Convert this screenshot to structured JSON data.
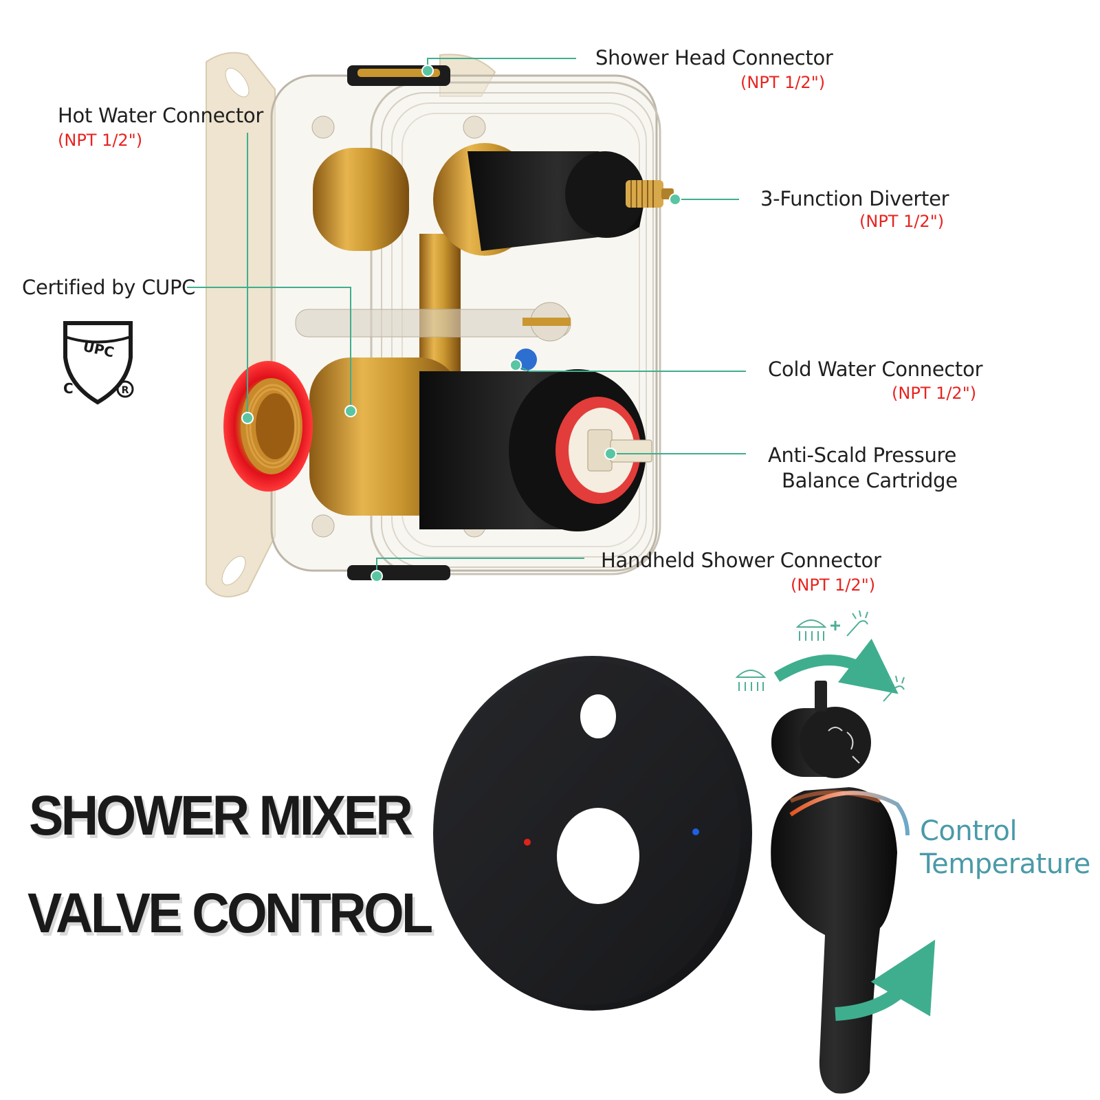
{
  "labels": {
    "shower_head": {
      "name": "Shower Head Connector",
      "spec": "(NPT 1/2\")"
    },
    "hot_water": {
      "name": "Hot Water Connector",
      "spec": "(NPT 1/2\")"
    },
    "diverter": {
      "name": "3-Function Diverter",
      "spec": "(NPT 1/2\")"
    },
    "certified": {
      "name": "Certified by CUPC"
    },
    "cold_water": {
      "name": "Cold Water Connector",
      "spec": "(NPT 1/2\")"
    },
    "cartridge": {
      "line1": "Anti-Scald Pressure",
      "line2": "Balance Cartridge"
    },
    "handheld": {
      "name": "Handheld Shower Connector",
      "spec": "(NPT 1/2\")"
    }
  },
  "headline": {
    "line1": "SHOWER MIXER",
    "line2": "VALVE CONTROL"
  },
  "control": {
    "line1": "Control",
    "line2": "Temperature"
  },
  "cupc_logo": {
    "letters": "UPC",
    "c": "C",
    "r": "R"
  },
  "icons": [
    "shower-head-icon",
    "handheld-shower-icon",
    "plus-icon",
    "rotate-arrow-icon"
  ],
  "colors": {
    "accent_teal": "#3fae8e",
    "spec_red": "#e8231f",
    "text_teal": "#4a9aa8",
    "matte_black": "#1a1a1a",
    "brass": "#c9962f"
  }
}
